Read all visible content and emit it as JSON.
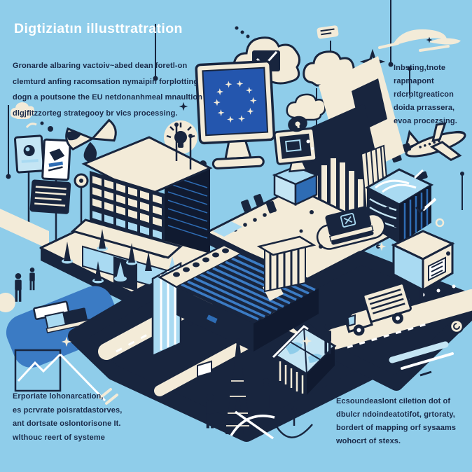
{
  "title": "Digtiziatın illusttratration",
  "paragraphs": {
    "top_left": {
      "lines": [
        "Gronarde albaring vactoiv~abed dean foretl-on",
        "clemturd anfing racomsation nymaipin forplotting",
        "dogn a poutsone the EU netdonanhmeal mnaultion",
        "dlgjfitzzorteg strategooy br vics processing."
      ]
    },
    "top_right": {
      "lines": [
        "Inbsting,tnote",
        "rapmapont",
        "rdcrpltgreaticon",
        "doida prrassera,",
        "evoa procezsing."
      ]
    },
    "bottom_left": {
      "lines": [
        "Erporiate lohonarcation,",
        "es pcrvrate poisratdastorves,",
        "ant dortsate oslontorisone It.",
        "wlthouc reert of systeme"
      ]
    },
    "bottom_right": {
      "lines": [
        "Ecsoundeaslont ciletion dot of",
        "dbulcr ndoindeatotifot, grtoraty,",
        "bordert of mapping orf sysaams",
        "wohocrt of stexs."
      ]
    }
  },
  "colors": {
    "background": "#8FCDEA",
    "navy": "#18253E",
    "dark_navy": "#101A30",
    "blue": "#2E6CB4",
    "medium_blue": "#3B7BC4",
    "light_blue": "#A9DAF2",
    "pale_blue": "#C4E5F4",
    "cream": "#F3EBD8",
    "white": "#FFFFFF",
    "eu_flag_blue": "#2456AE"
  },
  "illustration": {
    "eu_flag_star_count": 10,
    "elements": [
      "cloud-envelope",
      "clouds",
      "eu-flag-monitor",
      "small-monitor",
      "padlock-icon",
      "lightbulb-icon",
      "airplane",
      "office-building",
      "data-center-building",
      "bar-chart",
      "server-box",
      "printer-box",
      "delivery-truck",
      "lattice-tower",
      "map-roof-house",
      "book",
      "books",
      "person-figures",
      "roads",
      "traffic-cones",
      "sparkle-icons",
      "swirl-icon",
      "butterfly-icon",
      "signboards",
      "line-chart-frame",
      "whoosh-cloud",
      "circuit-lines"
    ],
    "icon_map": {
      "cloud-icon": "☁",
      "envelope-icon": "✉",
      "padlock-icon": "🔒",
      "lightbulb-icon": "💡",
      "airplane-icon": "✈",
      "sparkle-icon": "✦",
      "star-icon": "★",
      "swirl-icon": "◎"
    }
  }
}
